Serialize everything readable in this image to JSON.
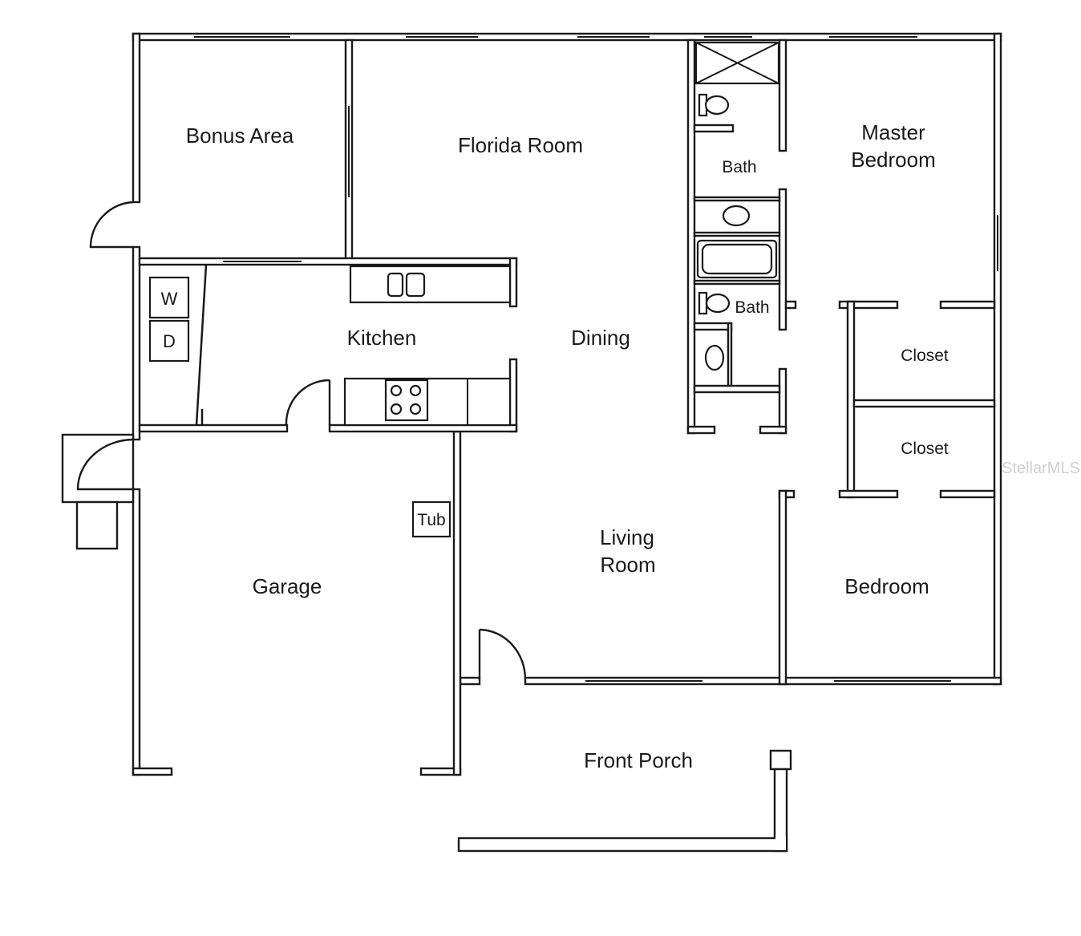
{
  "rooms": {
    "bonus_area": "Bonus Area",
    "florida_room": "Florida Room",
    "bath_upper": "Bath",
    "master_bedroom_line1": "Master",
    "master_bedroom_line2": "Bedroom",
    "kitchen": "Kitchen",
    "dining": "Dining",
    "bath_lower": "Bath",
    "closet_upper": "Closet",
    "closet_lower": "Closet",
    "garage": "Garage",
    "living_room_line1": "Living",
    "living_room_line2": "Room",
    "bedroom": "Bedroom",
    "front_porch": "Front Porch"
  },
  "appliances": {
    "washer": "W",
    "dryer": "D",
    "tub": "Tub"
  },
  "watermark": "StellarMLS"
}
